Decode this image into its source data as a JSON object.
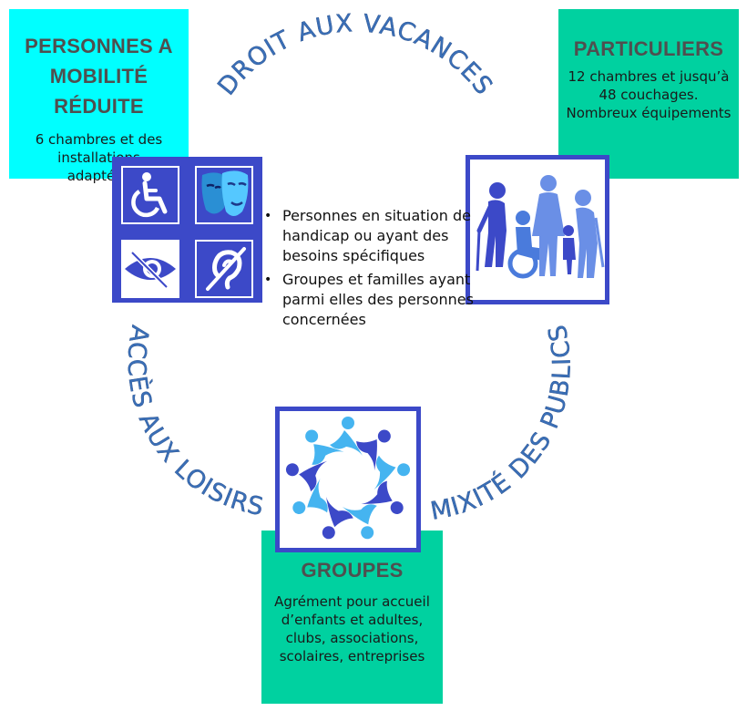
{
  "boxes": {
    "pmr": {
      "title_line1": "PERSONNES A",
      "title_line2": "MOBILITÉ RÉDUITE",
      "body": "6 chambres et des installations adaptées",
      "color": "#00ffff"
    },
    "particuliers": {
      "title": "PARTICULIERS",
      "body": "12 chambres et jusqu’à 48 couchages. Nombreux équipements",
      "color": "#00d1a0"
    },
    "groupes": {
      "title": "GROUPES",
      "body": "Agrément pour accueil d’enfants et adultes, clubs, associations, scolaires, entreprises",
      "color": "#00d1a0"
    }
  },
  "arcs": {
    "top": "DROIT AUX VACANCES",
    "left": "ACCÈS AUX LOISIRS",
    "right": "MIXITÉ DES PUBLICS"
  },
  "bullets": [
    "Personnes en situation de handicap ou ayant des besoins spécifiques",
    "Groupes et familles ayant parmi elles des personnes concernées"
  ],
  "icons": {
    "accessibility": [
      "wheelchair-icon",
      "mask-icon",
      "visual-impairment-icon",
      "hearing-impairment-icon"
    ],
    "family": "family-icon",
    "group": "group-circle-icon"
  },
  "colors": {
    "frame": "#3c49c8",
    "arc_text": "#3a6fb7",
    "box_title": "#4f4f4f"
  }
}
